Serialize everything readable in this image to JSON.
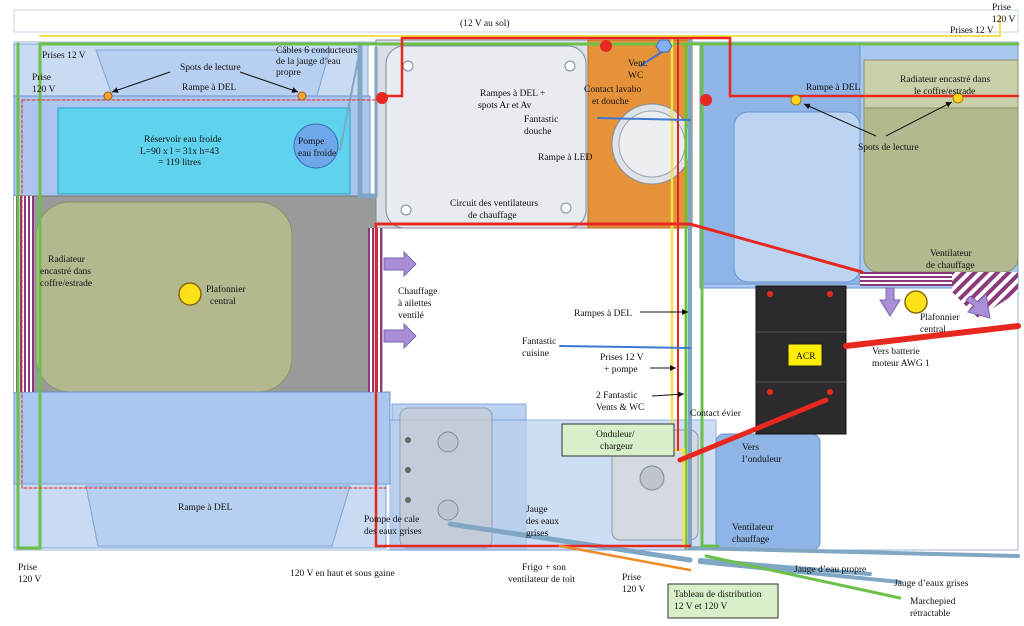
{
  "labels": {
    "top_power": "(12 V au sol)",
    "prise_top_right": [
      "Prise",
      "120 V"
    ],
    "prises12_top_right": "Prises 12 V",
    "prises12_top_left": "Prises 12 V",
    "prise_left_top": [
      "Prise",
      "120 V"
    ],
    "spots_lecture_left": "Spots de lecture",
    "cables": [
      "Câbles 6 conducteurs",
      "de la jauge d’eau",
      "propre"
    ],
    "rampe_del_left": "Rampe à DEL",
    "reservoir": [
      "Réservoir eau froide",
      "L=90  x l = 31x h=43",
      "= 119 litres"
    ],
    "pompe": [
      "Pompe",
      "eau froide"
    ],
    "rampes_del_spots": [
      "Rampes à DEL +",
      "spots Ar et Av"
    ],
    "contact_lavabo": [
      "Contact lavabo",
      "et douche"
    ],
    "vent_wc": [
      "Vent.",
      "WC"
    ],
    "fantastic_douche": [
      "Fantastic",
      "douche"
    ],
    "rampe_led": "Rampe à LED",
    "circuit_ventilateurs": [
      "Circuit des ventilateurs",
      "de chauffage"
    ],
    "rampe_del_right": "Rampe à DEL",
    "radiateur_right": [
      "Radiateur encastré dans",
      "le coffre/estrade"
    ],
    "spots_lecture_right": "Spots de lecture",
    "radiateur_left": [
      "Radiateur",
      "encastré dans",
      "coffre/estrade"
    ],
    "plafonnier_left": [
      "Plafonnier",
      "central"
    ],
    "chauffage_ailettes": [
      "Chauffage",
      "à ailettes",
      "ventilé"
    ],
    "ventilateur_chauffage": [
      "Ventilateur",
      "de chauffage"
    ],
    "plafonnier_right": [
      "Plafonnier",
      "central"
    ],
    "rampes_del_mid": "Rampes à DEL",
    "fantastic_cuisine": [
      "Fantastic",
      "cuisine"
    ],
    "prises_pompe": [
      "Prises 12 V",
      "+ pompe"
    ],
    "acr": "ACR",
    "vers_batterie": [
      "Vers batterie",
      "moteur AWG 1"
    ],
    "fantastic_vents": [
      "2 Fantastic",
      "Vents & WC"
    ],
    "contact_evier": "Contact évier",
    "onduleur": [
      "Onduleur/",
      "chargeur"
    ],
    "vers_onduleur": [
      "Vers",
      "l’onduleur"
    ],
    "rampe_del_bottom": "Rampe à DEL",
    "pompe_cale": [
      "Pompe de cale",
      "des eaux grises"
    ],
    "jauge_grises_mid": [
      "Jauge",
      "des eaux",
      "grises"
    ],
    "ventilateur_chauffage_bottom": [
      "Ventilateur",
      "chauffage"
    ],
    "prise_bottom_left": [
      "Prise",
      "120 V"
    ],
    "sous_gaine": "120 V en haut et sous gaine",
    "frigo": [
      "Frigo + son",
      "ventilateur de toit"
    ],
    "prise_bottom_mid": [
      "Prise",
      "120 V"
    ],
    "jauge_propre": "Jauge d’eau propre",
    "jauge_grises": "Jauge d’eaux grises",
    "tableau": [
      "Tableau de distribution",
      "12 V et 120 V"
    ],
    "marchepied": [
      "Marchepied",
      "rétractable"
    ]
  },
  "colors": {
    "wire_red": "#e8281e",
    "wire_green": "#6cc04a",
    "wire_yellow": "#f2e24a",
    "wire_blue": "#3f78d0",
    "wire_gray": "#7fa7c4",
    "wire_orange": "#f08a24",
    "furniture_blue": "#a9c8ef",
    "tank_cyan": "#5fd3ee",
    "radiator_olive": "#b3b88f",
    "bath_orange": "#e6923a",
    "battery_black": "#2b2b2b",
    "acr_yellow": "#ffee00",
    "arrow_purple": "#a98fd6",
    "box_green": "#d9efc9"
  }
}
